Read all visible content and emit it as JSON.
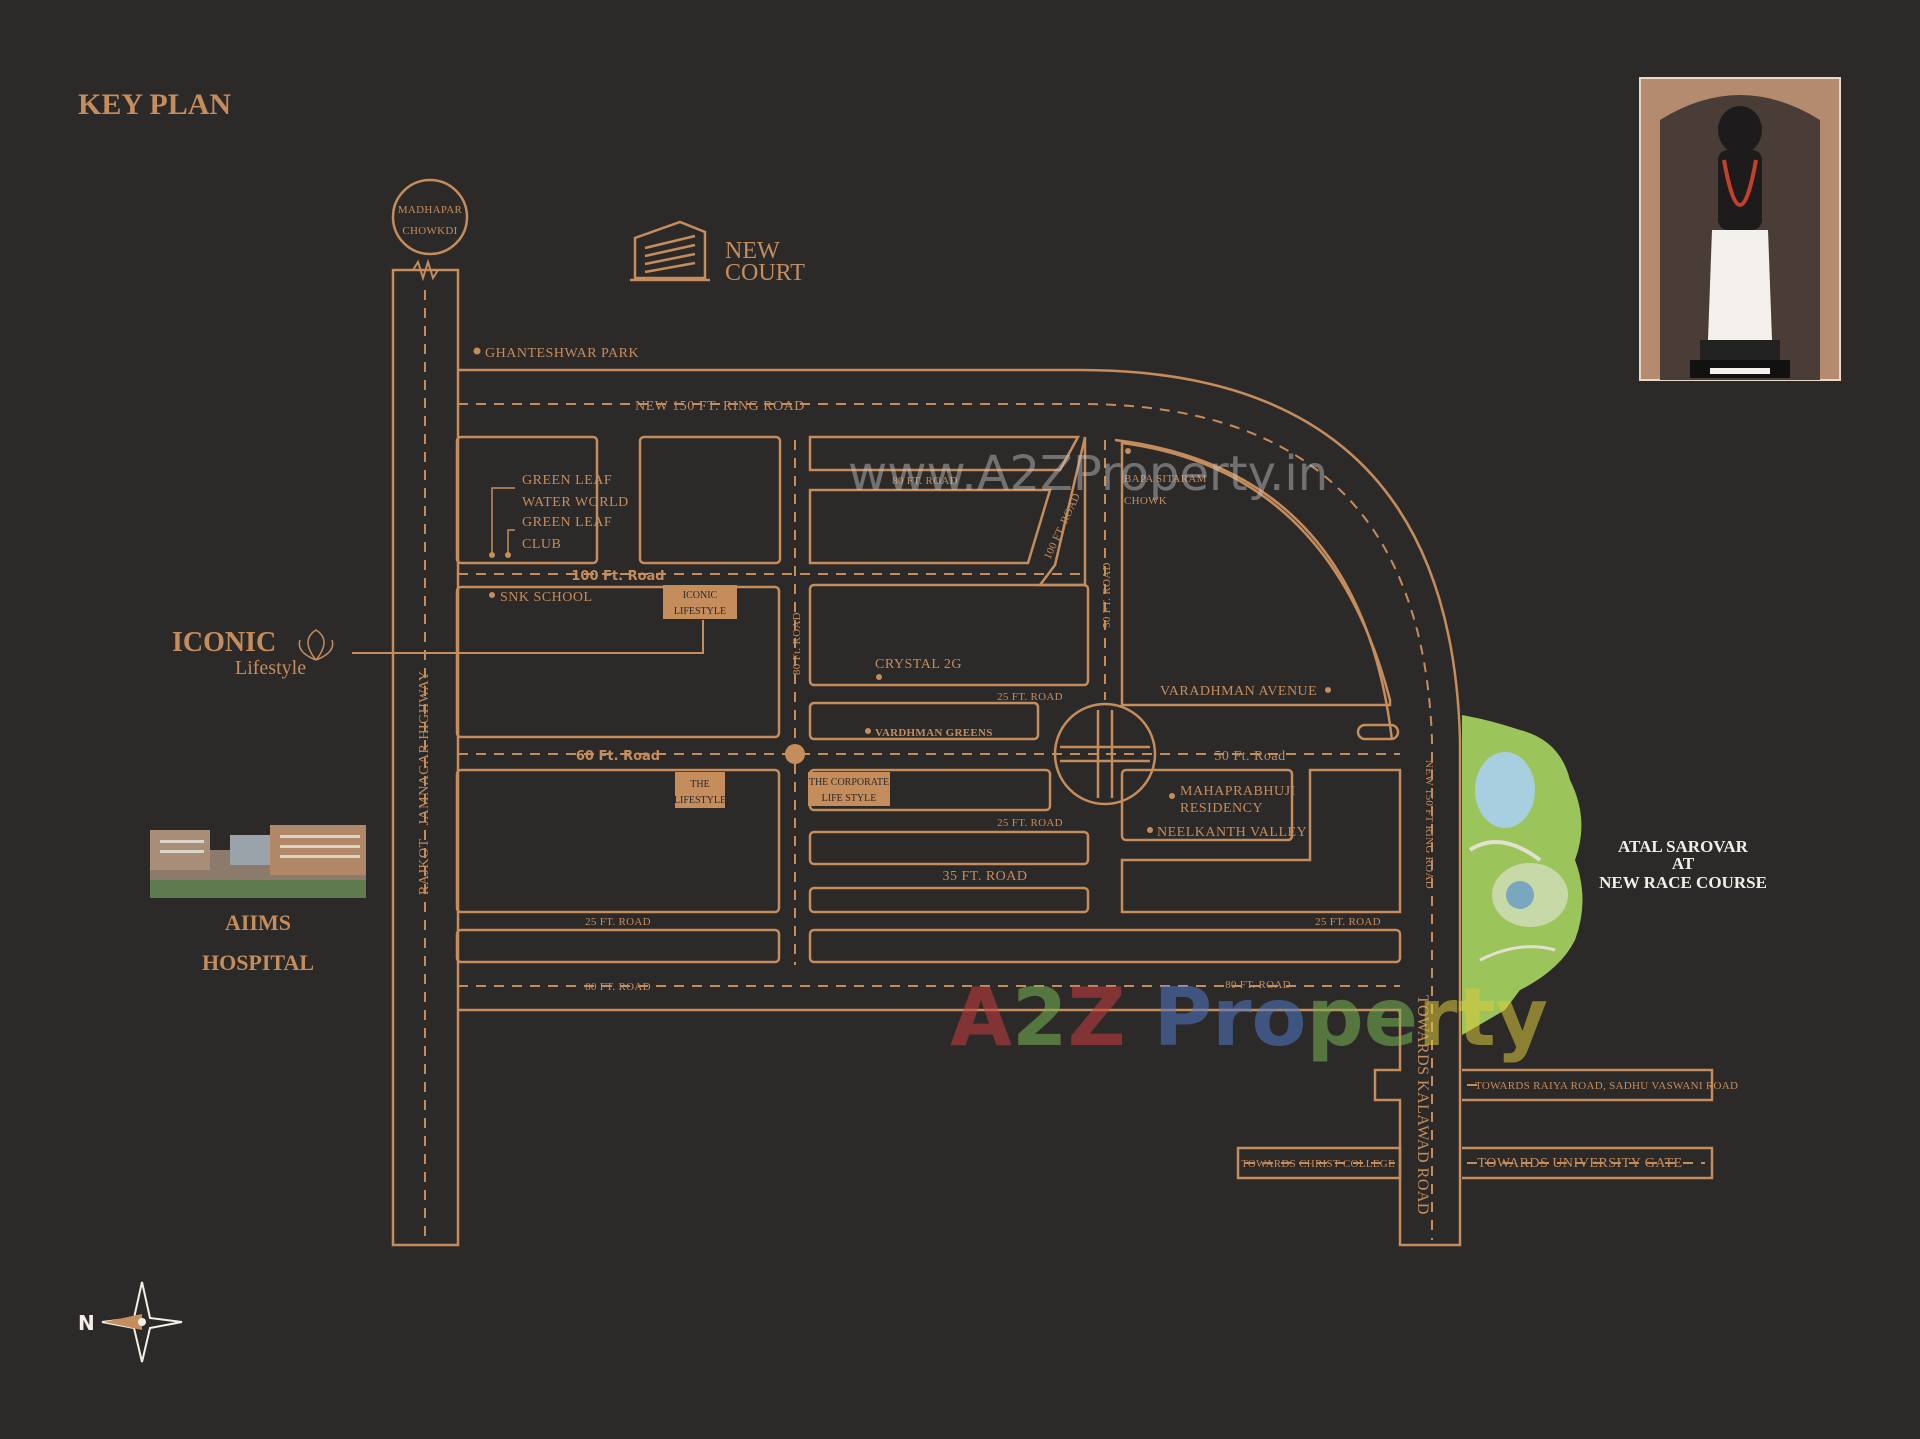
{
  "title": "KEY PLAN",
  "landmarks": {
    "madhapar": [
      "MADHAPAR",
      "CHOWKDI"
    ],
    "new_court": [
      "NEW",
      "COURT"
    ],
    "iconic": {
      "name": "ICONIC",
      "sub": "Lifestyle"
    },
    "aiims": [
      "AIIMS",
      "HOSPITAL"
    ],
    "atal": [
      "ATAL SAROVAR",
      "AT",
      "NEW RACE COURSE"
    ],
    "north": "N"
  },
  "places": {
    "ghanteshwar": "GHANTESHWAR PARK",
    "green_leaf_water": [
      "GREEN LEAF",
      "WATER WORLD"
    ],
    "green_leaf_club": [
      "GREEN LEAF",
      "CLUB"
    ],
    "snk": "SNK SCHOOL",
    "crystal": "CRYSTAL 2G",
    "bapa": [
      "BAPA SITARAM",
      "CHOWK"
    ],
    "varadhman_avenue": "VARADHMAN AVENUE",
    "vardhman_greens": "VARDHMAN GREENS",
    "mahaprabhuji": [
      "MAHAPRABHUJI",
      "RESIDENCY"
    ],
    "neelkanth": "NEELKANTH VALLEY"
  },
  "tags": {
    "iconic": [
      "ICONIC",
      "LIFESTYLE"
    ],
    "the_lifestyle": [
      "THE",
      "LIFESTYLE"
    ],
    "corporate": [
      "THE CORPORATE",
      "LIFE STYLE"
    ]
  },
  "roads": {
    "ring150": "NEW 150 FT. RING ROAD",
    "r100": "100 Ft. Road",
    "r60": "60 Ft. Road",
    "r50": "50 Ft. Road",
    "r80a": "80 FT. ROAD",
    "r80b": "80 Ft. ROAD",
    "r100b": "100 FT. ROAD",
    "r50v": "50 FT. ROAD",
    "r25a": "25 FT. ROAD",
    "r25b": "25 FT. ROAD",
    "r25c": "25 FT. ROAD",
    "r25d": "25 FT. ROAD",
    "r35": "35 FT. ROAD",
    "r80c": "80 FT. ROAD",
    "r80d": "80 FT. ROAD",
    "highway": "RAJKOT - JAMNAGAR HIGHWAY",
    "ring150v": "NEW 150 FT RING ROAD",
    "kalawad": "TOWARDS KALAWAD ROAD",
    "raiya": "TOWARDS RAIYA ROAD, SADHU VASWANI ROAD",
    "christ": "TOWARDS CHRIST COLLEGE",
    "university": "TOWARDS UNIVERSITY GATE"
  },
  "watermarks": {
    "site": "www.A2ZProperty.in",
    "brand": [
      "A",
      "2",
      "Z",
      " Pro",
      "pe",
      "rty"
    ]
  },
  "colors": {
    "accent": "#c58c5c",
    "background": "#2c2a29"
  }
}
